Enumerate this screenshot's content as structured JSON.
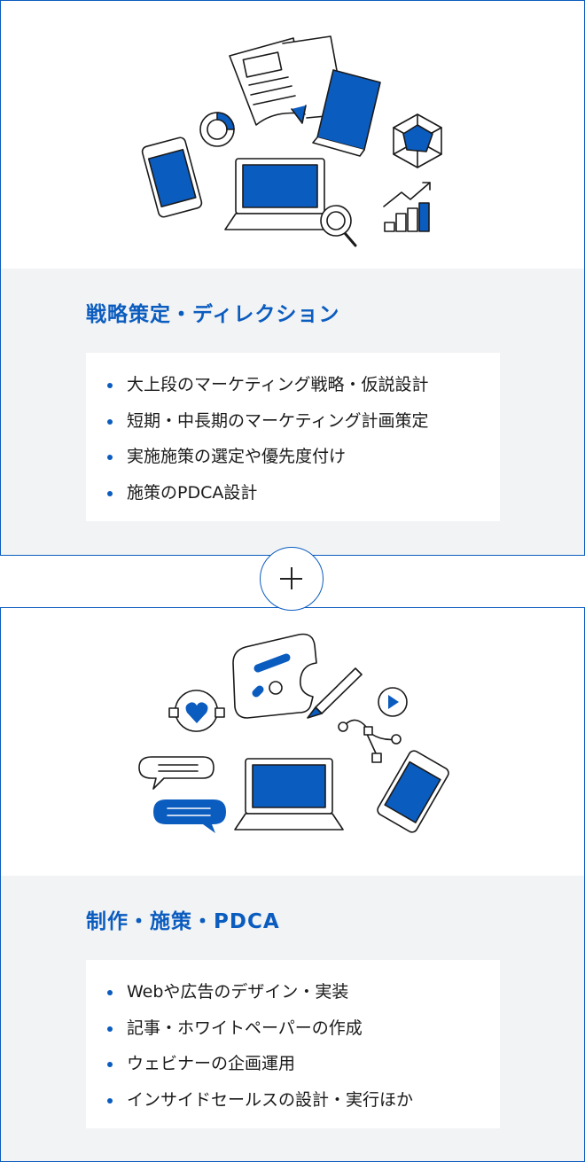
{
  "colors": {
    "accent": "#0b5cbf",
    "panel_bg": "#f1f3f5",
    "border": "#0b5cbf"
  },
  "sections": [
    {
      "heading": "戦略策定・ディレクション",
      "items": [
        "大上段のマーケティング戦略・仮説設計",
        "短期・中長期のマーケティング計画策定",
        "実施施策の選定や優先度付け",
        "施策のPDCA設計"
      ]
    },
    {
      "heading": "制作・施策・PDCA",
      "items": [
        "Webや広告のデザイン・実装",
        "記事・ホワイトペーパーの作成",
        "ウェビナーの企画運用",
        "インサイドセールスの設計・実行ほか"
      ]
    }
  ],
  "icons": {
    "strategy": [
      "document-icon",
      "book-icon",
      "donut-chart-icon",
      "smartphone-icon",
      "laptop-icon",
      "magnifier-icon",
      "radar-chart-icon",
      "growth-chart-icon"
    ],
    "production": [
      "palette-icon",
      "pencil-icon",
      "play-icon",
      "heart-icon",
      "vector-path-icon",
      "chat-bubble-icon",
      "laptop-icon",
      "smartphone-icon"
    ]
  }
}
